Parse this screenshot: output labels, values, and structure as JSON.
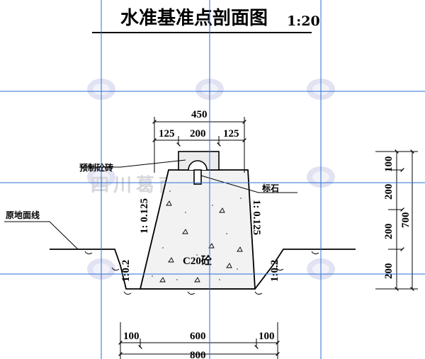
{
  "title": "水准基准点剖面图",
  "scale": "1:20",
  "labels": {
    "precast_brick": "预制砼砖",
    "marker_stone": "标石",
    "ground_line": "原地面线",
    "concrete": "C20砼"
  },
  "slopes": {
    "body_left": "1: 0.125",
    "body_right": "1: 0.125",
    "trench_left": "1:0.2",
    "trench_right": "1:0.2"
  },
  "dimensions": {
    "top_total": "450",
    "top_left": "125",
    "top_mid": "200",
    "top_right": "125",
    "right_100": "100",
    "right_200a": "200",
    "right_200b": "200",
    "right_200c": "200",
    "right_total": "700",
    "bottom_left": "100",
    "bottom_mid": "600",
    "bottom_right": "100",
    "bottom_total": "800"
  },
  "watermark": "四川葛南仪器",
  "colors": {
    "line": "#000000",
    "grid": "#2a6fd6",
    "watermark": "#d8d8dc"
  }
}
